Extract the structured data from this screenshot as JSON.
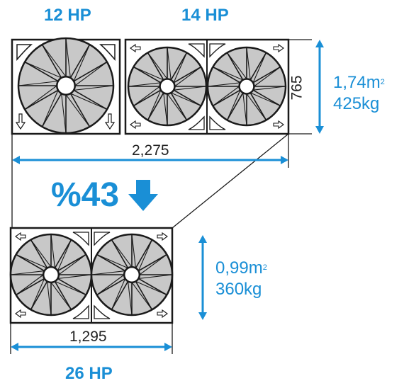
{
  "colors": {
    "accent": "#1a8fd6",
    "fan_fill": "#c8c8c8",
    "outline": "#1a1a1a",
    "panel": "#ffffff"
  },
  "top_left_unit": {
    "hp_label": "12 HP"
  },
  "top_right_unit": {
    "hp_label": "14 HP"
  },
  "top_dimensions": {
    "height": "765",
    "width": "2,275",
    "area": "1,74m",
    "area_sup": "2",
    "weight": "425kg"
  },
  "reduction": {
    "label": "%43",
    "icon": "down-arrow-icon"
  },
  "bottom_unit": {
    "hp_label": "26 HP",
    "width": "1,295",
    "area": "0,99m",
    "area_sup": "2",
    "weight": "360kg"
  }
}
